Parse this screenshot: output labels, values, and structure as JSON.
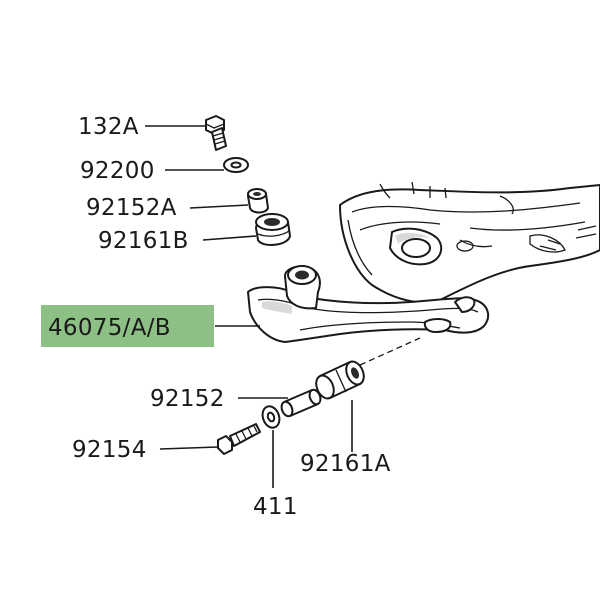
{
  "highlight_color": "#8cc084",
  "labels": {
    "p132A": "132A",
    "p92200": "92200",
    "p92152A": "92152A",
    "p92161B": "92161B",
    "p46075": "46075/A/B",
    "p92152": "92152",
    "p92154": "92154",
    "p411": "411",
    "p92161A": "92161A"
  }
}
